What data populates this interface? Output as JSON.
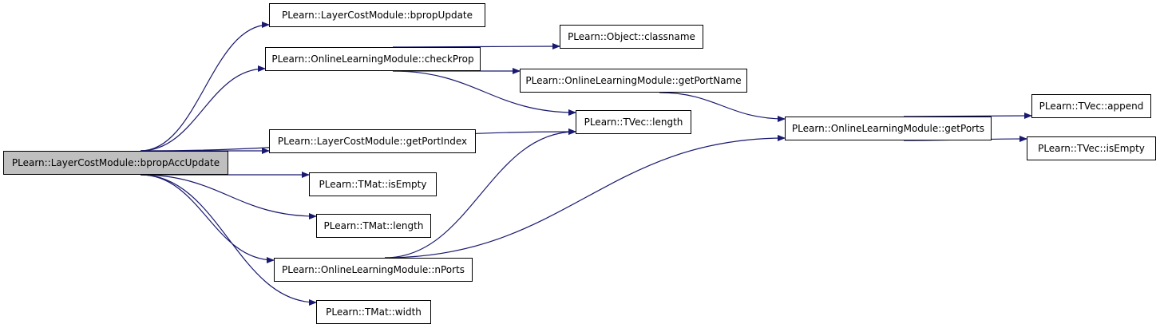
{
  "colors": {
    "edge": "#191970",
    "root_fill": "#bfbfbf",
    "node_fill": "#ffffff",
    "border": "#000000"
  },
  "nodes": {
    "root": "PLearn::LayerCostModule::bpropAccUpdate",
    "bprop_update": "PLearn::LayerCostModule::bpropUpdate",
    "check_prop": "PLearn::OnlineLearningModule::checkProp",
    "classname": "PLearn::Object::classname",
    "get_port_name": "PLearn::OnlineLearningModule::getPortName",
    "tvec_length": "PLearn::TVec::length",
    "get_port_index": "PLearn::LayerCostModule::getPortIndex",
    "get_ports": "PLearn::OnlineLearningModule::getPorts",
    "tvec_append": "PLearn::TVec::append",
    "tvec_is_empty": "PLearn::TVec::isEmpty",
    "tmat_is_empty": "PLearn::TMat::isEmpty",
    "tmat_length": "PLearn::TMat::length",
    "n_ports": "PLearn::OnlineLearningModule::nPorts",
    "tmat_width": "PLearn::TMat::width"
  },
  "edges": [
    [
      "root",
      "bprop_update"
    ],
    [
      "root",
      "check_prop"
    ],
    [
      "root",
      "tvec_length"
    ],
    [
      "root",
      "get_port_index"
    ],
    [
      "root",
      "tmat_is_empty"
    ],
    [
      "root",
      "tmat_length"
    ],
    [
      "root",
      "n_ports"
    ],
    [
      "root",
      "tmat_width"
    ],
    [
      "check_prop",
      "classname"
    ],
    [
      "check_prop",
      "get_port_name"
    ],
    [
      "check_prop",
      "tvec_length"
    ],
    [
      "get_port_name",
      "get_ports"
    ],
    [
      "n_ports",
      "tvec_length"
    ],
    [
      "n_ports",
      "get_ports"
    ],
    [
      "get_ports",
      "tvec_append"
    ],
    [
      "get_ports",
      "tvec_is_empty"
    ]
  ]
}
